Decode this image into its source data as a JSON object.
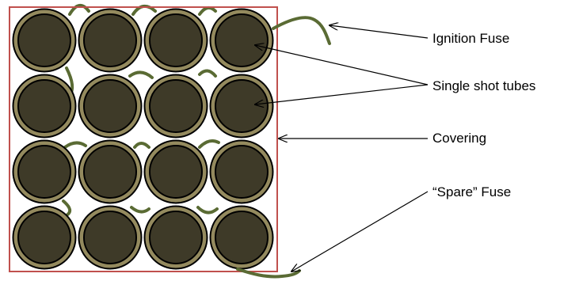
{
  "labels": {
    "ignition_fuse": "Ignition Fuse",
    "single_shot_tubes": "Single shot tubes",
    "covering": "Covering",
    "spare_fuse": "“Spare” Fuse"
  },
  "grid": {
    "rows": 4,
    "columns": 4
  },
  "colors": {
    "tube_fill": "#3e3a28",
    "tube_ring": "#948a5e",
    "tube_outline": "#000000",
    "fuse": "#5a6b34",
    "covering": "#c0504d",
    "arrow": "#000000"
  }
}
